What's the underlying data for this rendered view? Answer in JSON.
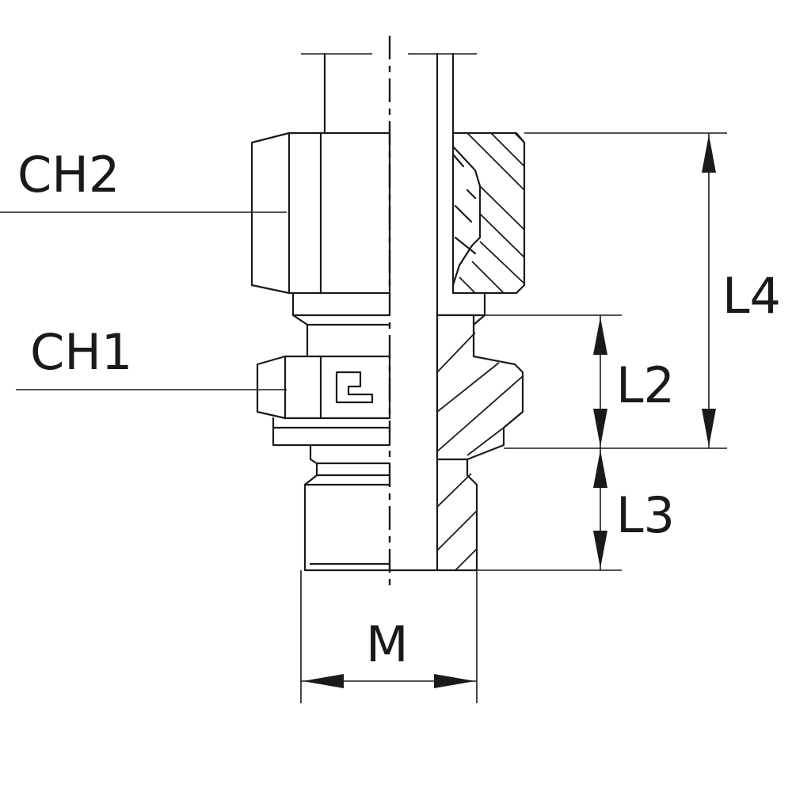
{
  "labels": {
    "ch2": "CH2",
    "ch1": "CH1",
    "l4": "L4",
    "l2": "L2",
    "l3": "L3",
    "m": "M"
  },
  "colors": {
    "line": "#1a1a1a",
    "background": "#ffffff"
  }
}
